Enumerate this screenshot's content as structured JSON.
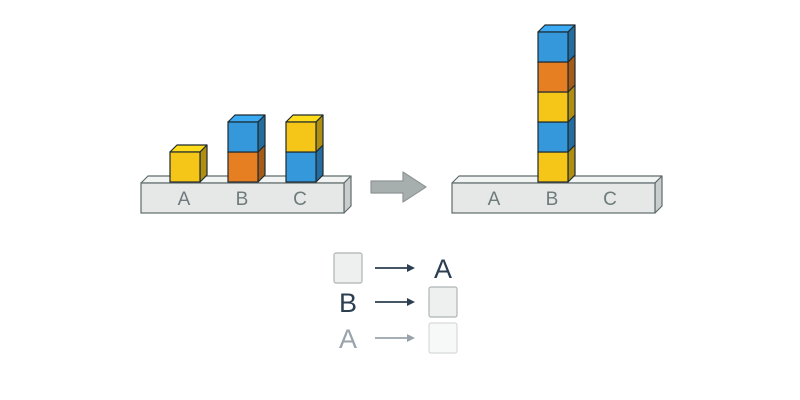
{
  "colors": {
    "yellow": "#F5C518",
    "orange": "#E67E22",
    "blue": "#3498DB",
    "platform": "#E6E8E8",
    "platform_edge": "#5F6B6B",
    "platform_label": "#6F7B7B",
    "arrow_big": "#A7AEAE",
    "legend_dark": "#2C3E50",
    "legend_faded": "#9AA3AC"
  },
  "before": {
    "labels": [
      "A",
      "B",
      "C"
    ],
    "stacks": [
      [
        "yellow"
      ],
      [
        "orange",
        "blue"
      ],
      [
        "blue",
        "yellow"
      ]
    ]
  },
  "after": {
    "labels": [
      "A",
      "B",
      "C"
    ],
    "stacks": [
      [],
      [
        "yellow",
        "blue",
        "yellow",
        "orange",
        "blue"
      ],
      []
    ]
  },
  "transition_arrow": "right-arrow-icon",
  "legend": {
    "rows": [
      {
        "from": "",
        "to": "A",
        "from_is_block": true,
        "to_is_block": false,
        "style": "dark"
      },
      {
        "from": "B",
        "to": "",
        "from_is_block": false,
        "to_is_block": true,
        "style": "dark"
      },
      {
        "from": "A",
        "to": "",
        "from_is_block": false,
        "to_is_block": true,
        "style": "faded"
      }
    ]
  }
}
